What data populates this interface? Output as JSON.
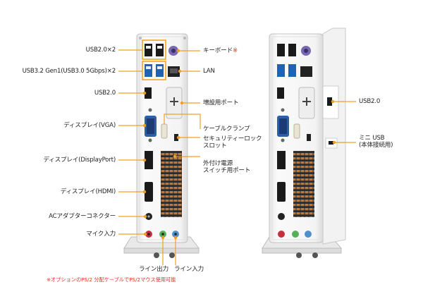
{
  "labels": {
    "usb20x2": "USB2.0×2",
    "usb32": "USB3.2 Gen1(USB3.0 5Gbps)×2",
    "usb20_left": "USB2.0",
    "display_vga": "ディスプレイ(VGA)",
    "display_dp": "ディスプレイ(DisplayPort)",
    "display_hdmi": "ディスプレイ(HDMI)",
    "ac_adapter": "ACアダプターコネクター",
    "mic_in": "マイク入力",
    "keyboard": "キーボード",
    "keyboard_mark": "※",
    "lan": "LAN",
    "expansion_port": "増設用ポート",
    "cable_clamp": "ケーブルクランプ",
    "security_slot_line1": "セキュリティーロック",
    "security_slot_line2": "スロット",
    "ext_power_line1": "外付け電源",
    "ext_power_line2": "スイッチ用ポート",
    "line_out": "ライン出力",
    "line_in": "ライン入力",
    "usb20_right": "USB2.0",
    "mini_usb_line1": "ミニ USB",
    "mini_usb_line2": "(本体接続用)"
  },
  "footnote": "※オプションのPS/2 分配ケーブルでPS/2マウス使用可能",
  "colors": {
    "accent": "#f0a020",
    "footnote": "#e0301e",
    "chassis": "#f4f4f4",
    "usb3_blue": "#1f63b5",
    "ps2_purple": "#7a68b0",
    "vga_blue": "#2f5ea8",
    "vent_copper": "#c0773a",
    "mic_red": "#c6303a",
    "line_out_green": "#56b05a",
    "line_in_blue": "#4f8fcc"
  }
}
